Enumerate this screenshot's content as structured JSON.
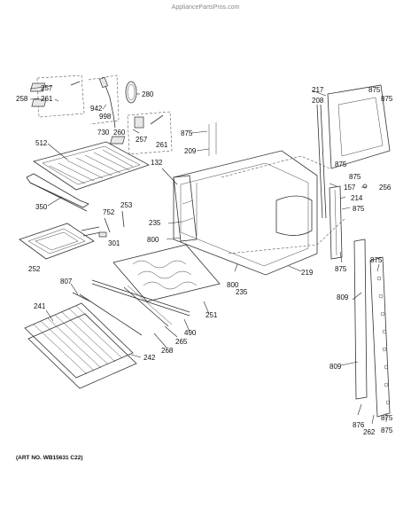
{
  "header": {
    "watermark": "AppliancePartsPros.com"
  },
  "footer": {
    "art_number": "(ART NO. WB15631 C22)"
  },
  "callouts": [
    {
      "id": "c257a",
      "text": "257"
    },
    {
      "id": "c258",
      "text": "258"
    },
    {
      "id": "c261a",
      "text": "261"
    },
    {
      "id": "c280",
      "text": "280"
    },
    {
      "id": "c942",
      "text": "942"
    },
    {
      "id": "c998",
      "text": "998"
    },
    {
      "id": "c730",
      "text": "730"
    },
    {
      "id": "c260",
      "text": "260"
    },
    {
      "id": "c257b",
      "text": "257"
    },
    {
      "id": "c261b",
      "text": "261"
    },
    {
      "id": "c512",
      "text": "512"
    },
    {
      "id": "c350",
      "text": "350"
    },
    {
      "id": "c752",
      "text": "752"
    },
    {
      "id": "c253",
      "text": "253"
    },
    {
      "id": "c301",
      "text": "301"
    },
    {
      "id": "c252",
      "text": "252"
    },
    {
      "id": "c807",
      "text": "807"
    },
    {
      "id": "c241",
      "text": "241"
    },
    {
      "id": "c265",
      "text": "265"
    },
    {
      "id": "c268",
      "text": "268"
    },
    {
      "id": "c242",
      "text": "242"
    },
    {
      "id": "c490",
      "text": "490"
    },
    {
      "id": "c251",
      "text": "251"
    },
    {
      "id": "c875a",
      "text": "875"
    },
    {
      "id": "c209",
      "text": "209"
    },
    {
      "id": "c132",
      "text": "132"
    },
    {
      "id": "c235a",
      "text": "235"
    },
    {
      "id": "c800a",
      "text": "800"
    },
    {
      "id": "c800b",
      "text": "800"
    },
    {
      "id": "c235b",
      "text": "235"
    },
    {
      "id": "c219",
      "text": "219"
    },
    {
      "id": "c217",
      "text": "217"
    },
    {
      "id": "c875b",
      "text": "875"
    },
    {
      "id": "c875c",
      "text": "875"
    },
    {
      "id": "c208",
      "text": "208"
    },
    {
      "id": "c875d",
      "text": "875"
    },
    {
      "id": "c875e",
      "text": "875"
    },
    {
      "id": "c157",
      "text": "157"
    },
    {
      "id": "c256",
      "text": "256"
    },
    {
      "id": "c214",
      "text": "214"
    },
    {
      "id": "c875f",
      "text": "875"
    },
    {
      "id": "c875g",
      "text": "875"
    },
    {
      "id": "c875h",
      "text": "875"
    },
    {
      "id": "c809a",
      "text": "809"
    },
    {
      "id": "c809b",
      "text": "809"
    },
    {
      "id": "c876",
      "text": "876"
    },
    {
      "id": "c262",
      "text": "262"
    },
    {
      "id": "c875i",
      "text": "875"
    },
    {
      "id": "c875j",
      "text": "875"
    }
  ]
}
